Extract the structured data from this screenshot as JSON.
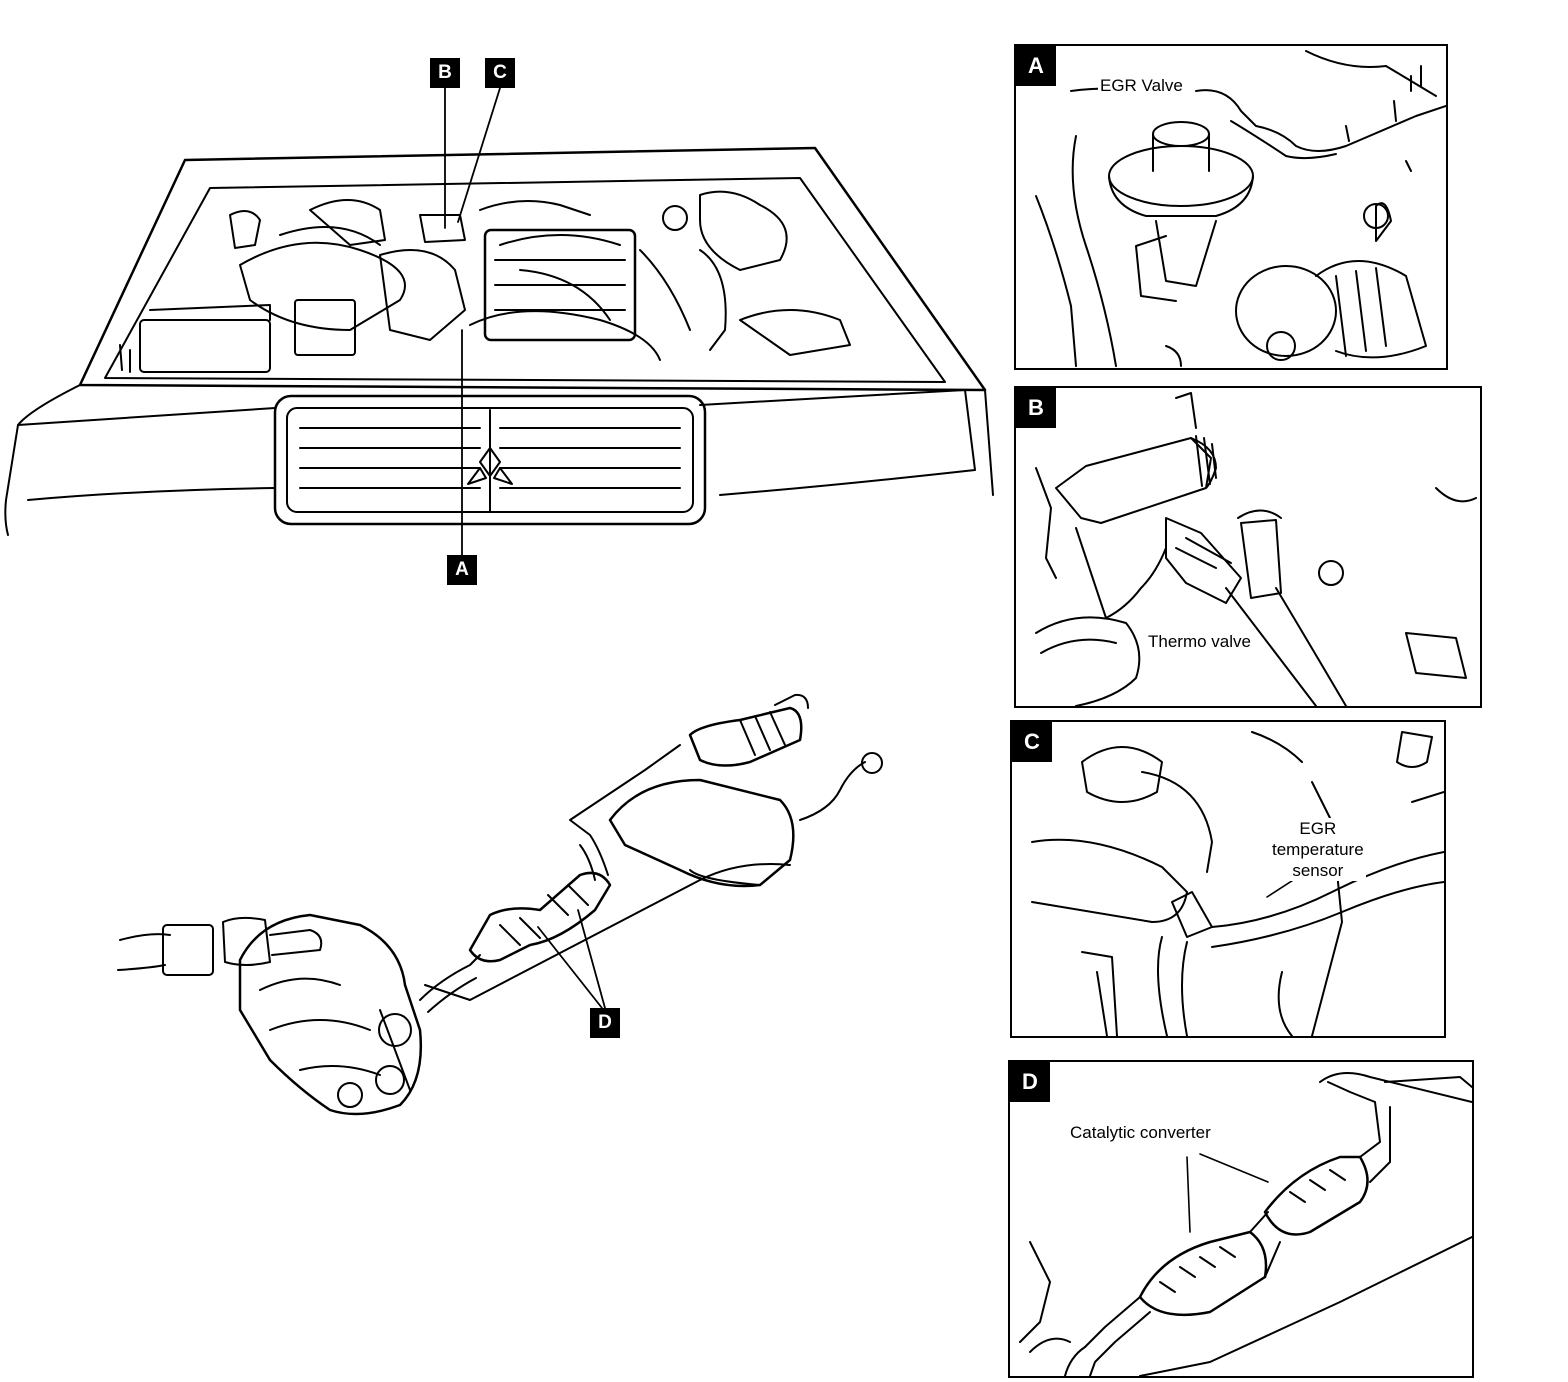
{
  "colors": {
    "ink": "#000000",
    "paper": "#ffffff"
  },
  "callouts": {
    "a": "A",
    "b": "B",
    "c": "C",
    "d": "D"
  },
  "panels": {
    "a": {
      "tag": "A",
      "label": "EGR Valve"
    },
    "b": {
      "tag": "B",
      "label": "Thermo valve"
    },
    "c": {
      "tag": "C",
      "label_line1": "EGR",
      "label_line2": "temperature",
      "label_line3": "sensor"
    },
    "d": {
      "tag": "D",
      "label": "Catalytic converter"
    }
  }
}
